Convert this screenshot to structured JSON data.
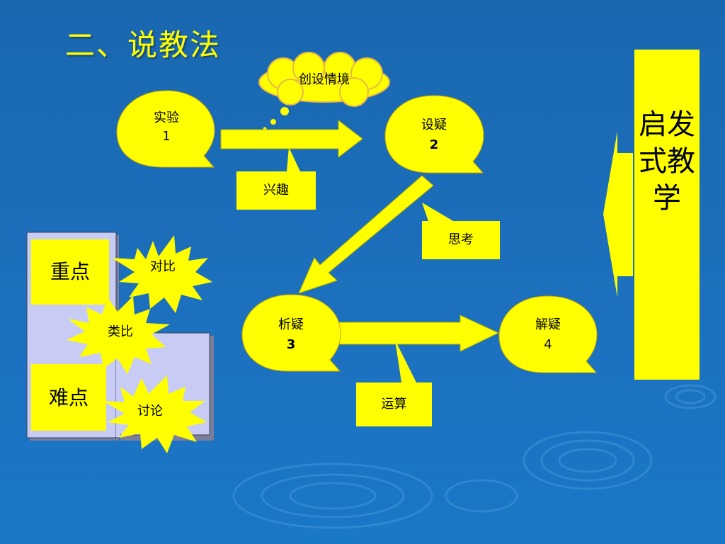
{
  "title": "二、说教法",
  "colors": {
    "background": "#1c70bd",
    "accent": "#ffff00",
    "panel": "#c8ccf4"
  },
  "side_banner": {
    "text": "启发式教学"
  },
  "cloud": {
    "label": "创设情境"
  },
  "nodes": [
    {
      "id": "shiyan",
      "label": "实验",
      "num": "1"
    },
    {
      "id": "sheyi",
      "label": "设疑",
      "num": "2"
    },
    {
      "id": "xiyi",
      "label": "析疑",
      "num": "3"
    },
    {
      "id": "jieyi",
      "label": "解疑",
      "num": "4"
    }
  ],
  "callouts": {
    "xingqu": "兴趣",
    "sikao": "思考",
    "yunsuan": "运算"
  },
  "panel": {
    "zhongdian": "重点",
    "nandian": "难点"
  },
  "bursts": {
    "duibi": "对比",
    "leibi": "类比",
    "taolun": "讨论"
  }
}
